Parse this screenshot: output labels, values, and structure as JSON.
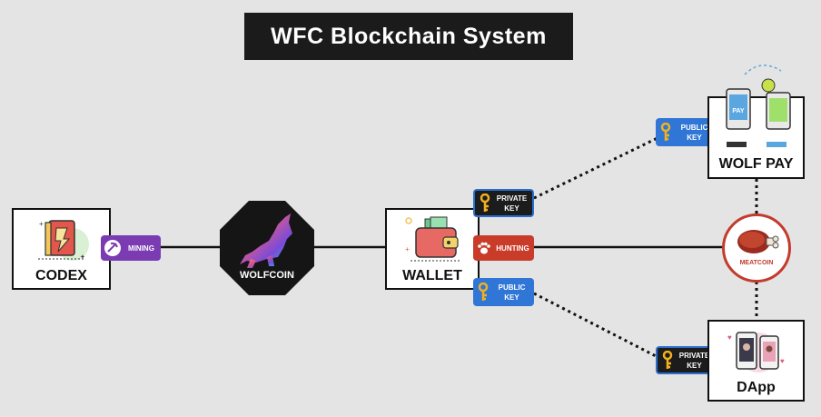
{
  "title": "WFC Blockchain System",
  "nodes": {
    "codex": "CODEX",
    "wolfcoin": "WOLFCOIN",
    "wallet": "WALLET",
    "wolfpay": "WOLF PAY",
    "meatcoin": "MEATCOIN",
    "dapp": "DApp"
  },
  "badges": {
    "mining": "MINING",
    "hunting": "HUNTING",
    "wallet_private_key": [
      "PRIVATE",
      "KEY"
    ],
    "wallet_public_key": [
      "PUBLIC",
      "KEY"
    ],
    "wolfpay_public_key": [
      "PUBLIC",
      "KEY"
    ],
    "dapp_private_key": [
      "PRIVATE",
      "KEY"
    ]
  },
  "pay_screen_text": "PAY",
  "colors": {
    "title_bg": "#1b1b1b",
    "mining": "#7a3bb3",
    "hunting": "#c93c2a",
    "public_key": "#2f76d6",
    "private_key_border": "#2a6fd0",
    "key_icon": "#f2b01e",
    "meatcoin_ring": "#c23b2b"
  },
  "icons": [
    "book-icon",
    "wolf-logo-icon",
    "wallet-icon",
    "key-icon",
    "paw-icon",
    "phone-pay-icon",
    "meat-icon",
    "phones-app-icon"
  ]
}
